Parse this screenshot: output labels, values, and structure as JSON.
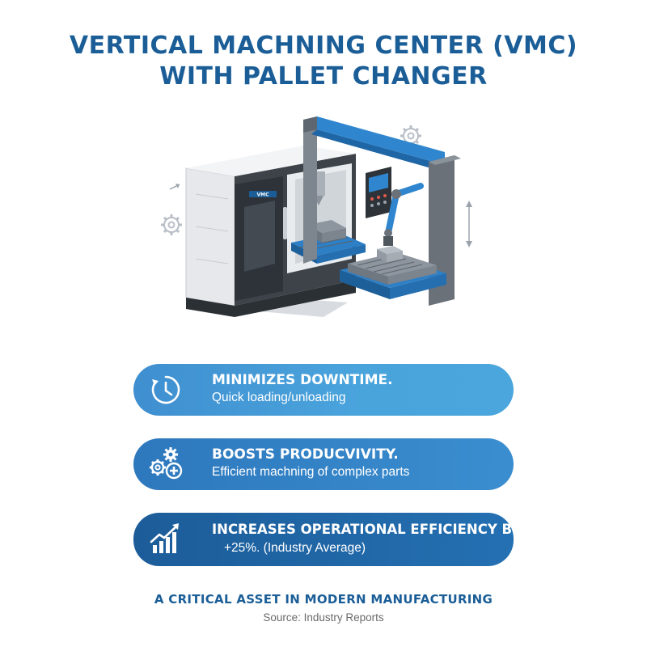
{
  "header": {
    "title_line1": "VERTICAL MACHNING CENTER (VMC)",
    "title_line2": "WITH PALLET CHANGER"
  },
  "illustration": {
    "panel_brand": "VMC",
    "icons": [
      "gear-icon",
      "arrow-icon",
      "vertical-arrow-icon"
    ]
  },
  "benefits": [
    {
      "icon": "clock-icon",
      "heading": "MINIMIZES DOWNTIME.",
      "text": "Quick loading/unloading"
    },
    {
      "icon": "gears-plus-icon",
      "heading": "BOOSTS PRODUCVIVITY.",
      "text": "Efficient machning of complex parts"
    },
    {
      "icon": "growth-chart-icon",
      "heading": "INCREASES OPERATIONAL EFFICIENCY BY",
      "text": "+25%. (Industry Average)"
    }
  ],
  "footer": {
    "tagline": "A CRITICAL ASSET IN MODERN MANUFACTURING",
    "source": "Source: Industry Reports"
  },
  "colors": {
    "title": "#1b5e97",
    "pill_light": "#4aa4dc",
    "pill_mid": "#2e78bd",
    "pill_dark": "#1c5c99"
  }
}
